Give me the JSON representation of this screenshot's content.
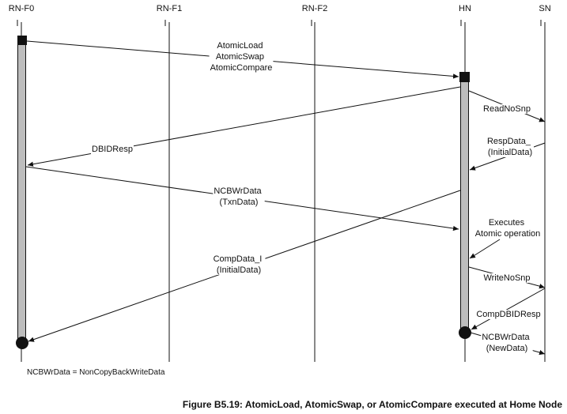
{
  "nodes": [
    {
      "id": "rnf0",
      "label": "RN-F0"
    },
    {
      "id": "rnf1",
      "label": "RN-F1"
    },
    {
      "id": "rnf2",
      "label": "RN-F2"
    },
    {
      "id": "hn",
      "label": "HN"
    },
    {
      "id": "sn",
      "label": "SN"
    }
  ],
  "messages": [
    {
      "id": "atomic-request",
      "from": "rnf0",
      "to": "hn",
      "lines": [
        "AtomicLoad",
        "AtomicSwap",
        "AtomicCompare"
      ]
    },
    {
      "id": "readnosnp",
      "from": "hn",
      "to": "sn",
      "lines": [
        "ReadNoSnp"
      ]
    },
    {
      "id": "dbidresp",
      "from": "hn",
      "to": "rnf0",
      "lines": [
        "DBIDResp"
      ]
    },
    {
      "id": "respdata",
      "from": "sn",
      "to": "hn",
      "lines": [
        "RespData_",
        "(InitialData)"
      ]
    },
    {
      "id": "ncbwrdata-txn",
      "from": "rnf0",
      "to": "hn",
      "lines": [
        "NCBWrData",
        "(TxnData)"
      ]
    },
    {
      "id": "compdata",
      "from": "hn",
      "to": "rnf0",
      "lines": [
        "CompData_I",
        "(InitialData)"
      ]
    },
    {
      "id": "executes-atomic",
      "from": "note",
      "to": "hn",
      "lines": [
        "Executes",
        "Atomic operation"
      ]
    },
    {
      "id": "writenosnp",
      "from": "hn",
      "to": "sn",
      "lines": [
        "WriteNoSnp"
      ]
    },
    {
      "id": "compdbidresp",
      "from": "sn",
      "to": "hn",
      "lines": [
        "CompDBIDResp"
      ]
    },
    {
      "id": "ncbwrdata-new",
      "from": "hn",
      "to": "sn",
      "lines": [
        "NCBWrData",
        "(NewData)"
      ]
    }
  ],
  "footnote": "NCBWrData = NonCopyBackWriteData",
  "caption": "Figure B5.19: AtomicLoad, AtomicSwap, or AtomicCompare executed at Home Node"
}
